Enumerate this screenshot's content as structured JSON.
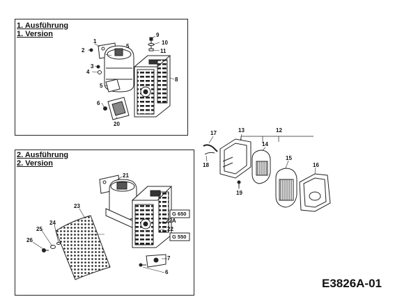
{
  "panel_a": {
    "title_line1": "1. Ausführung",
    "title_line2": "1. Version",
    "parts": [
      "1",
      "2",
      "3",
      "4",
      "5",
      "5",
      "6",
      "20",
      "8",
      "9",
      "10",
      "11"
    ]
  },
  "panel_b": {
    "title_line1": "2. Ausführung",
    "title_line2": "2. Version",
    "parts": [
      "21",
      "23",
      "24",
      "25",
      "26",
      "7",
      "6",
      "22A",
      "22"
    ],
    "model_a": "G 650",
    "model_b": "G 550"
  },
  "filter_group": {
    "parts": [
      "12",
      "13",
      "14",
      "15",
      "16",
      "17",
      "18",
      "19"
    ]
  },
  "drawing_code": "E3826A-01",
  "icons": [
    "muffler-icon",
    "air-filter-icon",
    "shield-icon",
    "gasket-icon",
    "screw-icon"
  ]
}
